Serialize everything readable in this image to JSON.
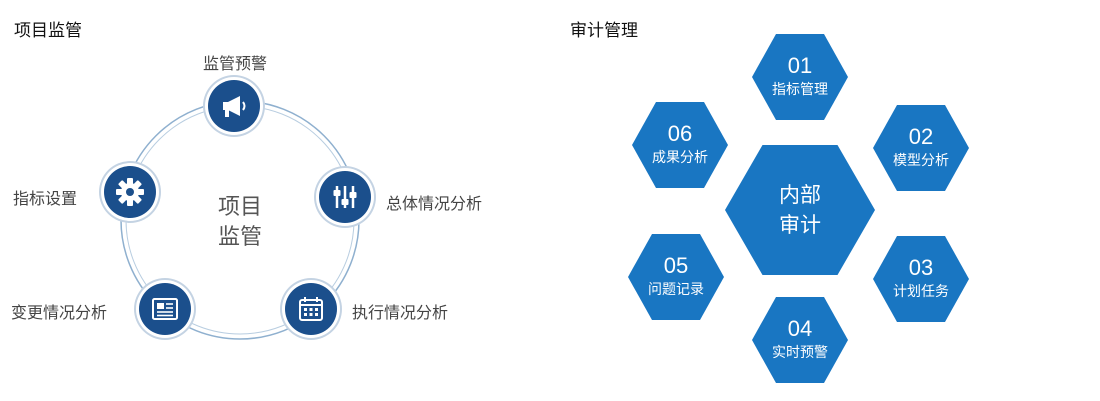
{
  "left": {
    "title": "项目监管",
    "center_line1": "项目",
    "center_line2": "监管",
    "nodes": [
      {
        "label": "监管预警",
        "icon": "megaphone-icon"
      },
      {
        "label": "总体情况分析",
        "icon": "sliders-icon"
      },
      {
        "label": "执行情况分析",
        "icon": "calendar-icon"
      },
      {
        "label": "变更情况分析",
        "icon": "document-icon"
      },
      {
        "label": "指标设置",
        "icon": "gear-icon"
      }
    ]
  },
  "right": {
    "title": "审计管理",
    "center_line1": "内部",
    "center_line2": "审计",
    "hexes": [
      {
        "num": "01",
        "label": "指标管理"
      },
      {
        "num": "02",
        "label": "模型分析"
      },
      {
        "num": "03",
        "label": "计划任务"
      },
      {
        "num": "04",
        "label": "实时预警"
      },
      {
        "num": "05",
        "label": "问题记录"
      },
      {
        "num": "06",
        "label": "成果分析"
      }
    ]
  },
  "colors": {
    "node_fill": "#1b4f8c",
    "ring": "#8fb0cf",
    "hex_fill": "#1976c2"
  }
}
